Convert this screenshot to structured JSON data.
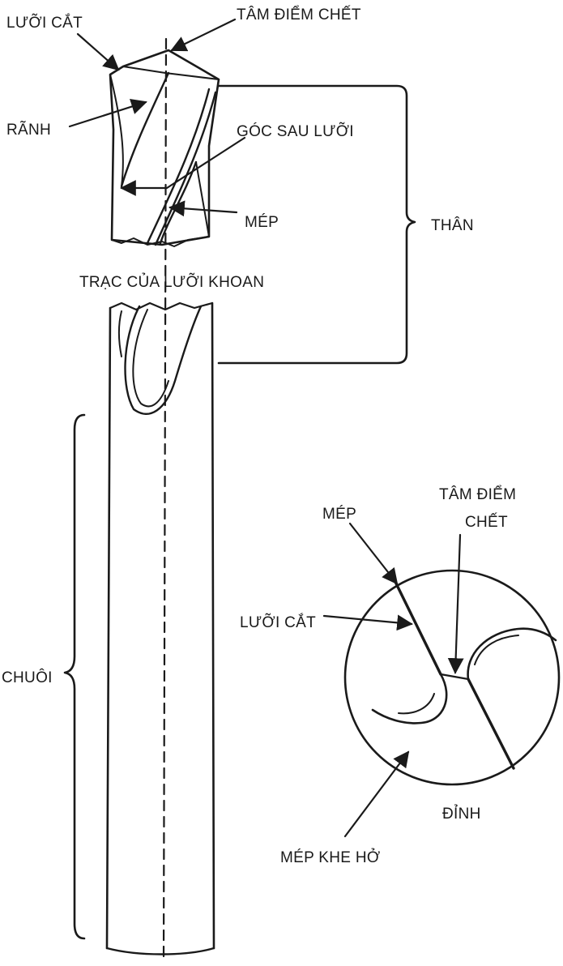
{
  "labels": {
    "luoi_cat_top": "LƯỠI CẮT",
    "tam_diem_chet_top": "TÂM ĐIỂM CHẾT",
    "ranh": "RÃNH",
    "goc_sau_luoi": "GÓC SAU LƯỠI",
    "mep_top": "MÉP",
    "than": "THÂN",
    "trac_cua_luoi_khoan": "TRẠC CỦA LƯỠI KHOAN",
    "chuoi": "CHUÔI",
    "mep_tip": "MÉP",
    "tam_diem_line1": "TÂM ĐIỂM",
    "tam_diem_line2": "CHẾT",
    "luoi_cat_tip": "LƯỠI CẮT",
    "dinh": "ĐỈNH",
    "mep_khe_ho": "MÉP KHE HỞ"
  }
}
